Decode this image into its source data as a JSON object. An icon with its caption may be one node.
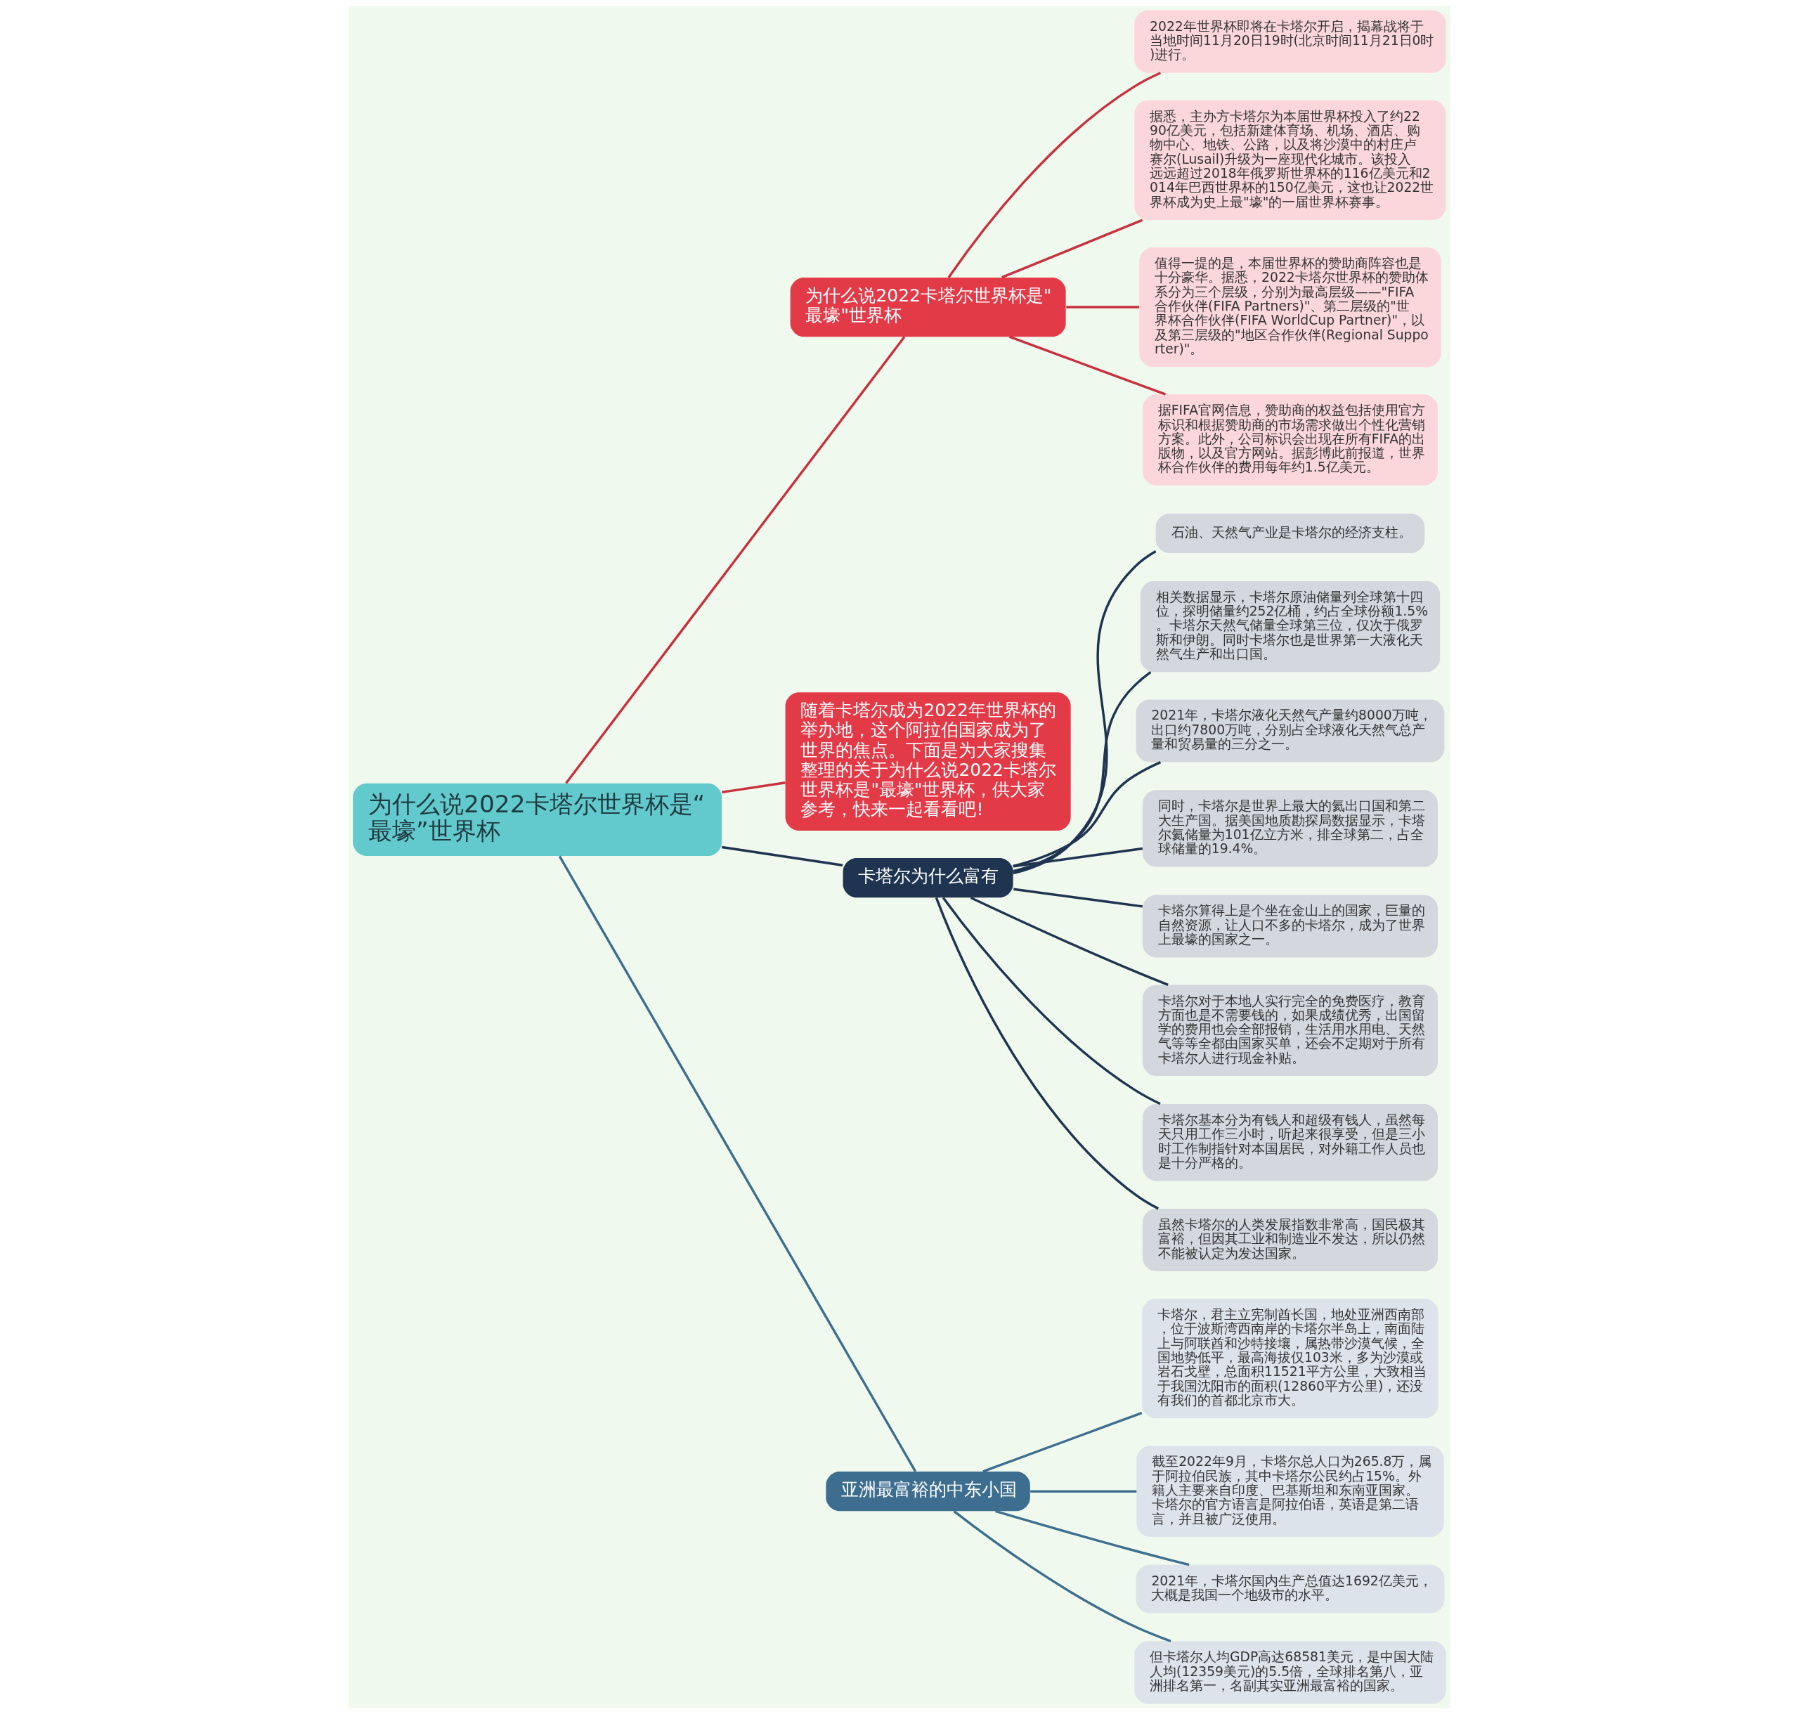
{
  "diagram": {
    "nodes": [
      {
        "text": [
          "为什么说2022卡塔尔世界杯是“最壕”世界杯"
        ]
      },
      {
        "text": [
          "为什么说2022卡塔尔世界杯是\"最壕\"世界杯"
        ]
      },
      {
        "text": [
          "2022年世界杯即将在卡塔尔开启，揭幕战将于当地时间11月20日19时(北京时间11月21日0时)进行。"
        ]
      },
      {
        "text": [
          "据悉，主办方卡塔尔为本届世界杯投入了约2290亿美元，包括新建体育场、机场、酒店、购物中心、地铁、公路，以及将沙漠中的村庄卢赛尔(Lusail)升级为一座现代化城市。该投入远远超过2018年俄罗斯世界杯的116亿美元和2014年巴西世界杯的150亿美元，这也让2022世界杯成为史上最\"壕\"的一届世界杯赛事。"
        ]
      },
      {
        "text": [
          "值得一提的是，本届世界杯的赞助商阵容也是十分豪华。据悉，2022卡塔尔世界杯的赞助体系分为三个层级，分别为最高层级——\"FIFA合作伙伴(FIFA Partners)\"、第二层级的\"世界杯合作伙伴(FIFA WorldCup Partner)\"，以及第三层级的\"地区合作伙伴(Regional Supporter)\"。"
        ]
      },
      {
        "text": [
          "据FIFA官网信息，赞助商的权益包括使用官方标识和根据赞助商的市场需求做出个性化营销方案。此外，公司标识会出现在所有FIFA的出版物，以及官方网站。据彭博此前报道，世界杯合作伙伴的费用每年约1.5亿美元。"
        ]
      },
      {
        "text": [
          "随着卡塔尔成为2022年世界杯的举办地，这个阿拉伯国家成为了世界的焦点。下面是为大家搜集整理的关于为什么说2022卡塔尔世界杯是\"最壕\"世界杯，供大家参考，快来一起看看吧!"
        ]
      },
      {
        "text": [
          "卡塔尔为什么富有"
        ]
      },
      {
        "text": [
          "石油、天然气产业是卡塔尔的经济支柱。"
        ]
      },
      {
        "text": [
          "相关数据显示，卡塔尔原油储量列全球第十四位，探明储量约252亿桶，约占全球份额1.5%。卡塔尔天然气储量全球第三位，仅次于俄罗斯和伊朗。同时卡塔尔也是世界第一大液化天然气生产和出口国。"
        ]
      },
      {
        "text": [
          "2021年，卡塔尔液化天然气产量约8000万吨，出口约7800万吨，分别占全球液化天然气总产量和贸易量的三分之一。"
        ]
      },
      {
        "text": [
          "同时，卡塔尔是世界上最大的氦出口国和第二大生产国。据美国地质勘探局数据显示，卡塔尔氦储量为101亿立方米，排全球第二，占全球储量的19.4%。"
        ]
      },
      {
        "text": [
          "卡塔尔算得上是个坐在金山上的国家，巨量的自然资源，让人口不多的卡塔尔，成为了世界上最壕的国家之一。"
        ]
      },
      {
        "text": [
          "卡塔尔对于本地人实行完全的免费医疗，教育方面也是不需要钱的，如果成绩优秀，出国留学的费用也会全部报销，生活用水用电、天然气等等全都由国家买单，还会不定期对于所有卡塔尔人进行现金补贴。"
        ]
      },
      {
        "text": [
          "卡塔尔基本分为有钱人和超级有钱人，虽然每天只用工作三小时，听起来很享受，但是三小时工作制指针对本国居民，对外籍工作人员也是十分严格的。"
        ]
      },
      {
        "text": [
          "虽然卡塔尔的人类发展指数非常高，国民极其富裕，但因其工业和制造业不发达，所以仍然不能被认定为发达国家。"
        ]
      },
      {
        "text": [
          "亚洲最富裕的中东小国"
        ]
      },
      {
        "text": [
          "卡塔尔，君主立宪制酋长国，地处亚洲西南部，位于波斯湾西南岸的卡塔尔半岛上，南面陆上与阿联酋和沙特接壤，属热带沙漠气候，全国地势低平，最高海拔仅103米，多为沙漠或岩石戈壁，总面积11521平方公里，大致相当于我国沈阳市的面积(12860平方公里)，还没有我们的首都北京市大。"
        ]
      },
      {
        "text": [
          "截至2022年9月，卡塔尔总人口为265.8万，属于阿拉伯民族，其中卡塔尔公民约占15%。外籍人主要来自印度、巴基斯坦和东南亚国家。卡塔尔的官方语言是阿拉伯语，英语是第二语言，并且被广泛使用。"
        ]
      },
      {
        "text": [
          "2021年，卡塔尔国内生产总值达1692亿美元，大概是我国一个地级市的水平。"
        ]
      },
      {
        "text": [
          "但卡塔尔人均GDP高达68581美元，是中国大陆人均(12359美元)的5.5倍，全球排名第八，亚洲排名第一，名副其实亚洲最富裕的国家。"
        ]
      }
    ],
    "edges": [
      {
        "from": 0,
        "to": 1,
        "arrow": "none",
        "color": "#c8303d"
      },
      {
        "from": 1,
        "to": 2,
        "arrow": "none",
        "color": "#c8303d"
      },
      {
        "from": 1,
        "to": 3,
        "arrow": "none",
        "color": "#c8303d"
      },
      {
        "from": 1,
        "to": 4,
        "arrow": "none",
        "color": "#c8303d"
      },
      {
        "from": 1,
        "to": 5,
        "arrow": "none",
        "color": "#c8303d"
      },
      {
        "from": 0,
        "to": 6,
        "arrow": "none",
        "color": "#c8303d"
      },
      {
        "from": 0,
        "to": 7,
        "arrow": "none"
      },
      {
        "from": 7,
        "to": 8,
        "arrow": "none"
      },
      {
        "from": 7,
        "to": 9,
        "arrow": "none"
      },
      {
        "from": 7,
        "to": 10,
        "arrow": "none"
      },
      {
        "from": 7,
        "to": 11,
        "arrow": "none"
      },
      {
        "from": 7,
        "to": 12,
        "arrow": "none"
      },
      {
        "from": 7,
        "to": 13,
        "arrow": "none"
      },
      {
        "from": 7,
        "to": 14,
        "arrow": "none"
      },
      {
        "from": 7,
        "to": 15,
        "arrow": "none"
      },
      {
        "from": 0,
        "to": 16,
        "arrow": "none",
        "color": "#3d6e8f"
      },
      {
        "from": 16,
        "to": 17,
        "arrow": "none",
        "color": "#3d6e8f"
      },
      {
        "from": 16,
        "to": 18,
        "arrow": "none",
        "color": "#3d6e8f"
      },
      {
        "from": 16,
        "to": 19,
        "arrow": "none",
        "color": "#3d6e8f"
      },
      {
        "from": 16,
        "to": 20,
        "arrow": "none",
        "color": "#3d6e8f"
      }
    ]
  }
}
